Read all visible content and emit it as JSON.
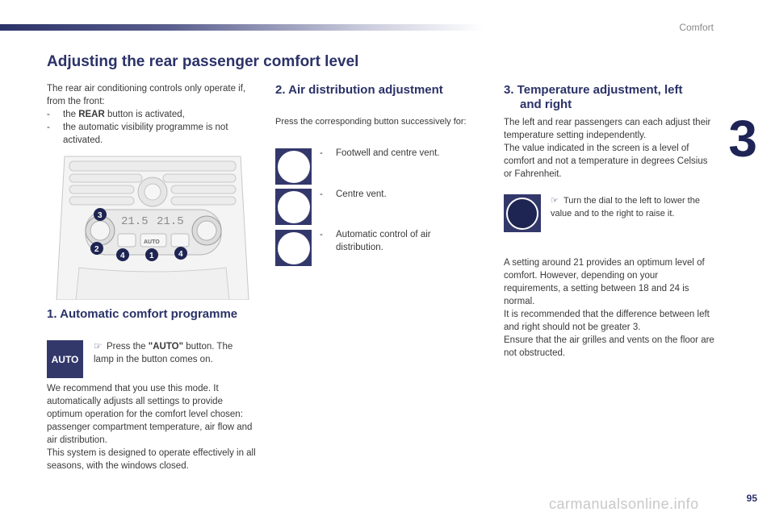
{
  "header": {
    "section": "Comfort",
    "chapter": "3",
    "page_number": "95",
    "title": "Adjusting the rear passenger comfort level"
  },
  "watermark": "carmanualsonline.info",
  "intro": {
    "lead": "The rear air conditioning controls only operate if, from the front:",
    "bullet1_pre": "the ",
    "bullet1_bold": "REAR",
    "bullet1_post": " button is activated,",
    "bullet2": "the automatic visibility programme is not activated."
  },
  "panel": {
    "display_left": "21.5",
    "display_right": "21.5",
    "auto_label": "AUTO",
    "callouts": [
      "3",
      "2",
      "4",
      "1",
      "4"
    ]
  },
  "section1": {
    "heading": "1. Automatic comfort programme",
    "icon_label": "AUTO",
    "press_pre": "Press the ",
    "press_bold": "\"AUTO\"",
    "press_post": " button. The lamp in the button comes on.",
    "body1": "We recommend that you use this mode. It automatically adjusts all settings to provide optimum operation for the comfort level chosen: passenger compartment temperature, air flow and air distribution.",
    "body2": "This system is designed to operate effectively in all seasons, with the windows closed."
  },
  "section2": {
    "heading": "2. Air distribution adjustment",
    "intro": "Press the corresponding button successively for:",
    "items": [
      {
        "label": "Footwell and centre vent."
      },
      {
        "label": "Centre vent."
      },
      {
        "label": "Automatic control of air distribution."
      }
    ]
  },
  "section3": {
    "heading_line1": "3. Temperature adjustment, left",
    "heading_line2": "and right",
    "p1": "The left and rear passengers can each adjust their temperature setting independently.",
    "p2": "The value indicated in the screen is a level of comfort and not a temperature in degrees Celsius or Fahrenheit.",
    "dial_text": "Turn the dial to the left to lower the value and to the right to raise it.",
    "p3": "A setting around 21 provides an optimum level of comfort. However, depending on your requirements, a setting between 18 and 24 is normal.",
    "p4": "It is recommended that the difference between left and right should not be greater 3.",
    "p5": "Ensure that the air grilles and vents on the floor are not obstructed."
  },
  "colors": {
    "accent": "#2b3268",
    "icon_bg": "#33386b",
    "callout": "#1f2552"
  }
}
